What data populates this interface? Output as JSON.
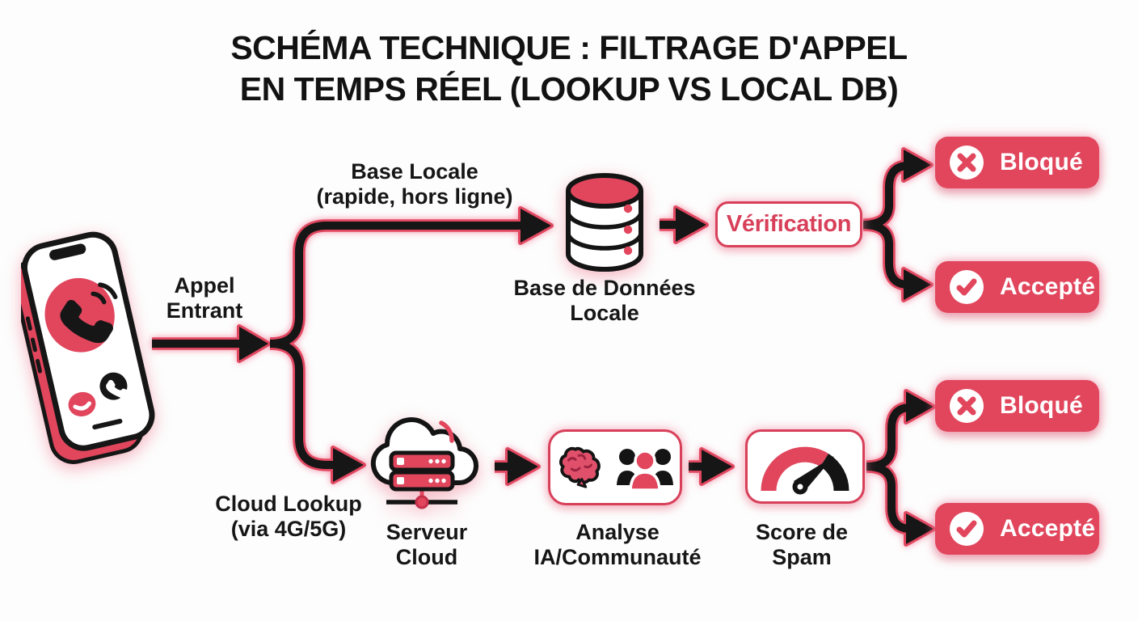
{
  "title": {
    "line1": "SCHÉMA TECHNIQUE : FILTRAGE D'APPEL",
    "line2": "EN TEMPS RÉEL (LOOKUP VS LOCAL DB)"
  },
  "flow": {
    "incoming": {
      "line1": "Appel",
      "line2": "Entrant",
      "icon": "smartphone-incoming-call-icon"
    },
    "local_path": {
      "line1": "Base Locale",
      "line2": "(rapide, hors ligne)"
    },
    "local_db": {
      "line1": "Base de Données",
      "line2": "Locale",
      "icon": "database-icon"
    },
    "verification": {
      "label": "Vérification"
    },
    "cloud_path": {
      "line1": "Cloud Lookup",
      "line2": "(via 4G/5G)"
    },
    "cloud_server": {
      "line1": "Serveur",
      "line2": "Cloud",
      "icon": "cloud-server-icon"
    },
    "analysis": {
      "line1": "Analyse",
      "line2": "IA/Communauté",
      "icons": [
        "brain-icon",
        "community-icon"
      ]
    },
    "spam_score": {
      "line1": "Score de",
      "line2": "Spam",
      "icon": "gauge-icon"
    },
    "outcomes": [
      {
        "label": "Bloqué",
        "icon": "x-circle-icon"
      },
      {
        "label": "Accepté",
        "icon": "check-circle-icon"
      },
      {
        "label": "Bloqué",
        "icon": "x-circle-icon"
      },
      {
        "label": "Accepté",
        "icon": "check-circle-icon"
      }
    ]
  },
  "colors": {
    "accent": "#e1465d",
    "accent_dark": "#d8405a",
    "ink": "#141414",
    "glow": "#f287a1",
    "background": "#fdfdfd"
  }
}
